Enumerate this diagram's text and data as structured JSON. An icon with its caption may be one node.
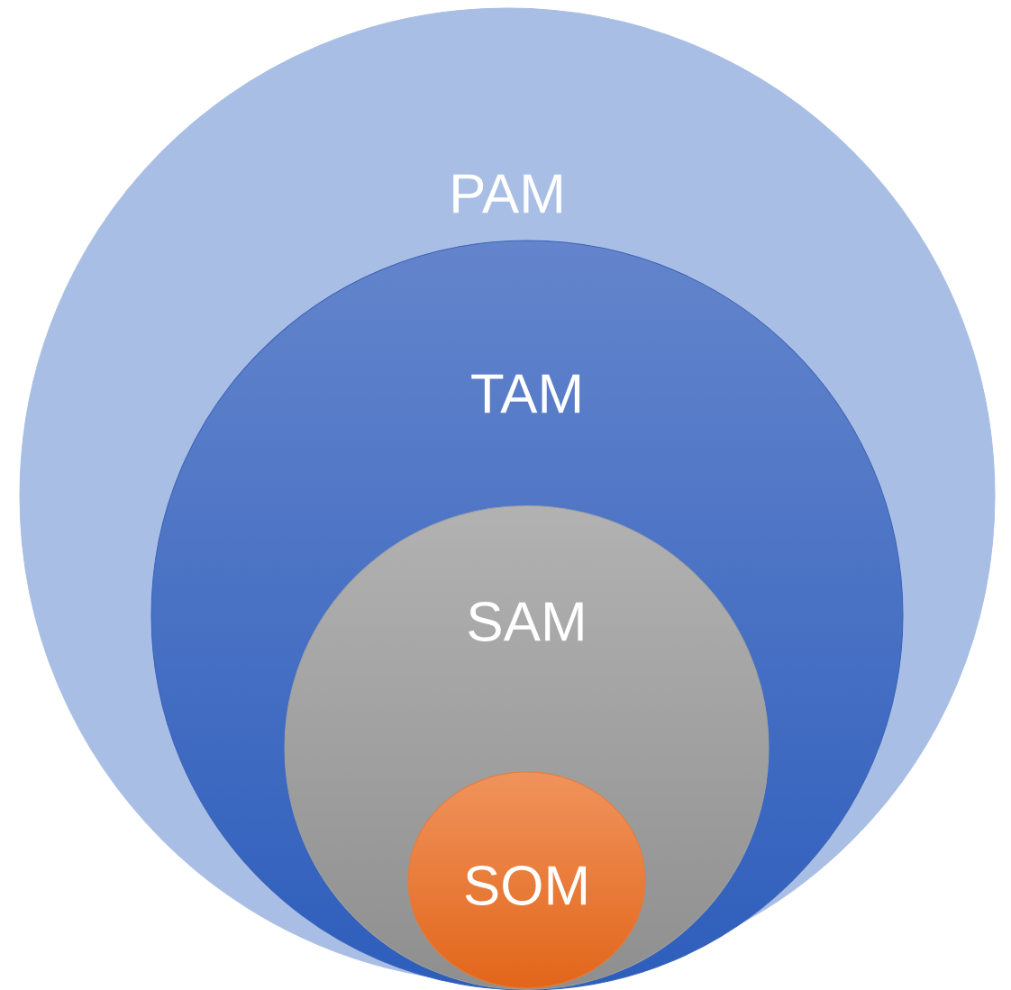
{
  "diagram": {
    "nodes": [
      {
        "text": [
          "PAM"
        ]
      },
      {
        "text": [
          "TAM"
        ],
        "in": 0
      },
      {
        "text": [
          "SAM"
        ],
        "in": 1
      },
      {
        "text": [
          "SOM"
        ],
        "in": 2
      }
    ]
  }
}
